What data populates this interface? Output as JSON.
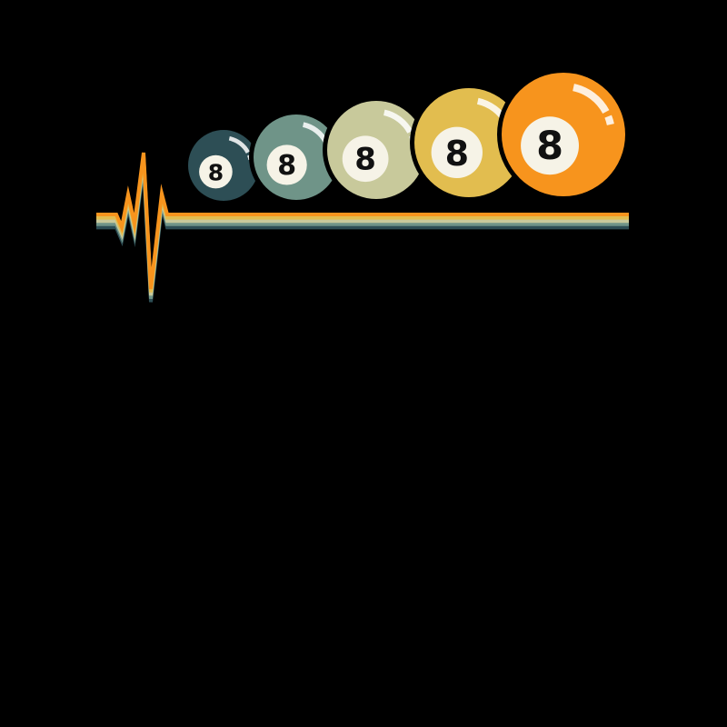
{
  "artwork": {
    "background_color": "#000000",
    "stripe_colors": [
      "#f7941d",
      "#e2bd4f",
      "#c8c99b",
      "#6f9488",
      "#2d4e55"
    ],
    "balls": [
      {
        "number": "8",
        "color": "#2d4e55"
      },
      {
        "number": "8",
        "color": "#6f9488"
      },
      {
        "number": "8",
        "color": "#c8c99b"
      },
      {
        "number": "8",
        "color": "#e2bd4f"
      },
      {
        "number": "8",
        "color": "#f7941d"
      }
    ]
  }
}
